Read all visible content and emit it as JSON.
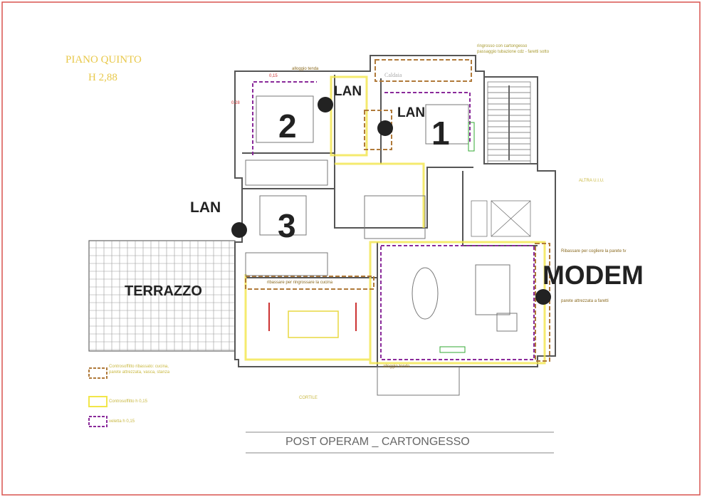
{
  "header": {
    "floor": "PIANO QUINTO",
    "height": "H 2,88"
  },
  "rooms": {
    "room1": "1",
    "room2": "2",
    "room3": "3",
    "terrace": "TERRAZZO"
  },
  "network": {
    "lan_a": "LAN",
    "lan_b": "LAN",
    "lan_c": "LAN",
    "modem": "MODEM"
  },
  "labels": {
    "boiler": "Caldaia",
    "note_top_1": "ringrosso con cartongesso",
    "note_top_2": "passaggio tubazione cdz - faretti sotto",
    "other_unit": "ALTRA U.I.U.",
    "courtyard": "CORTILE",
    "dim_a": "0,15",
    "dim_b": "0,28",
    "kitchen_note": "ribassare per ringrossare la cucina",
    "wall_note": "Ribassare per cogliere la parete tv",
    "equipped_wall": "parete attrezzata a faretti",
    "tent_1": "alloggio tenda",
    "tent_2": "alloggio tenda"
  },
  "legend": [
    {
      "label": "Controsoffitto ribassato: cucina, parete attrezzata, vasca, stanza",
      "color": "#b07a3a"
    },
    {
      "label": "Controsoffitto h 0,15",
      "color": "#f2e64a"
    },
    {
      "label": "veletta h 0,15",
      "color": "#8a2a9a"
    }
  ],
  "footer": {
    "title": "POST OPERAM _ CARTONGESSO"
  },
  "colors": {
    "border": "#d9534f",
    "wall": "#555555",
    "yellow": "#f2e64a",
    "purple": "#8a2a9a",
    "brown": "#b07a3a"
  }
}
